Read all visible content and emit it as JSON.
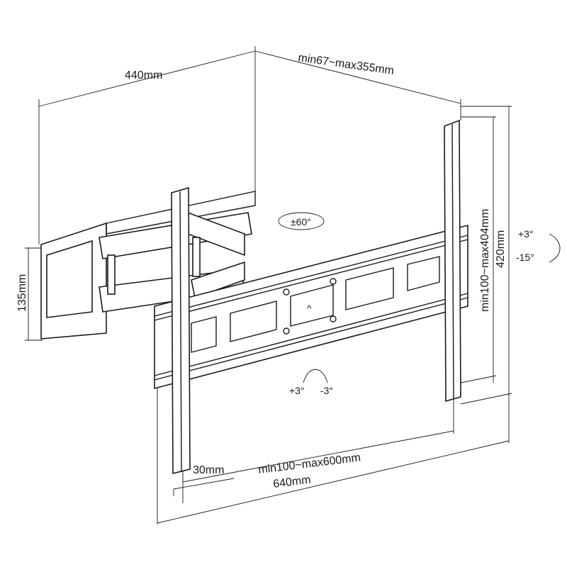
{
  "dimensions": {
    "depth_wall": "440mm",
    "extension": "min67~max355mm",
    "wallplate_height": "135mm",
    "vesa_vertical": "min100~max404mm",
    "bracket_height": "420mm",
    "bracket_offset": "30mm",
    "vesa_horizontal": "min100~max600mm",
    "rail_width": "640mm"
  },
  "angles": {
    "swivel": "±60°",
    "tilt_up": "+3°",
    "tilt_down": "-15°",
    "level_plus": "+3°",
    "level_minus": "-3°"
  }
}
